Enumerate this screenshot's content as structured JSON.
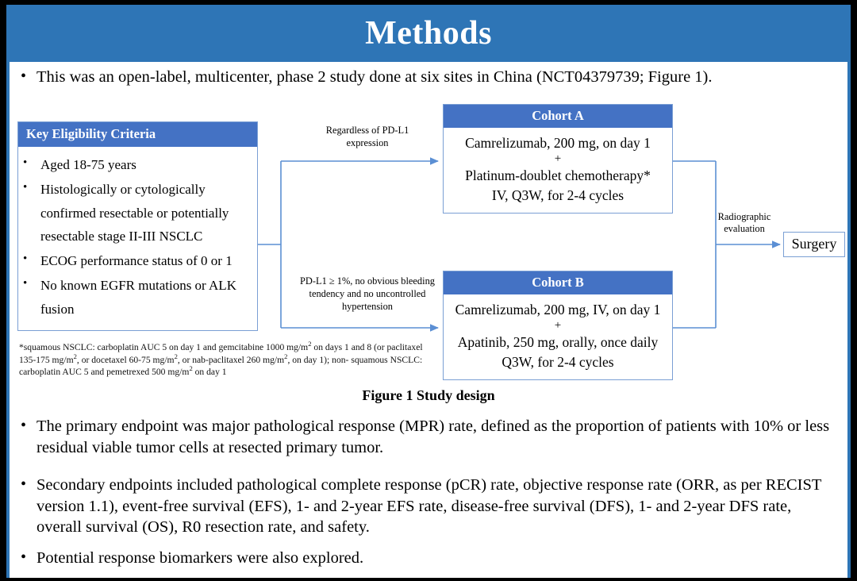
{
  "theme": {
    "banner_blue": "#2E75B6",
    "box_header_blue": "#4472C4",
    "connector_blue": "#5B8FD4",
    "frame_black": "#000000",
    "canvas_white": "#FFFFFF"
  },
  "header": {
    "title": "Methods"
  },
  "lead_bullet": {
    "marker": "•",
    "text": "This was an open-label, multicenter, phase 2 study done at six sites in China (NCT04379739; Figure 1)."
  },
  "figure": {
    "caption": "Figure 1 Study design",
    "eligibility": {
      "header": "Key  Eligibility Criteria",
      "marker": "•",
      "items": [
        "Aged 18-75 years",
        "Histologically or cytologically confirmed resectable or potentially resectable stage II-III  NSCLC",
        "ECOG performance status of 0 or 1",
        "No known EGFR mutations or ALK fusion"
      ]
    },
    "footnote": {
      "line1_a": "*squamous NSCLC: carboplatin AUC 5 on day 1 and gemcitabine 1000 mg/m",
      "line1_sup": "2",
      "line1_b": " on days 1 and 8 (or",
      "line2_a": "paclitaxel 135-175  mg/m",
      "line2_sup1": "2",
      "line2_b": ", or docetaxel 60-75 mg/m",
      "line2_sup2": "2",
      "line2_c": ", or nab-paclitaxel 260 mg/m",
      "line2_sup3": "2",
      "line2_d": ", on day 1); non-",
      "line3_a": "squamous NSCLC: carboplatin AUC 5 and pemetrexed 500 mg/m",
      "line3_sup": "2",
      "line3_b": " on day 1"
    },
    "connector_labels": {
      "top_fork": "Regardless  of PD-L1 expression",
      "bottom_fork": "PD-L1 ≥ 1%, no obvious bleeding tendency and no uncontrolled  hypertension",
      "radiographic": "Radiographic evaluation"
    },
    "cohort_a": {
      "header": "Cohort A",
      "line1": "Camrelizumab, 200 mg, on day 1",
      "plus": "+",
      "line2": "Platinum-doublet chemotherapy*",
      "line3": "IV, Q3W, for 2-4 cycles"
    },
    "cohort_b": {
      "header": "Cohort B",
      "line1": "Camrelizumab, 200 mg, IV, on day 1",
      "plus": "+",
      "line2": "Apatinib, 250 mg, orally, once daily",
      "line3": "Q3W, for 2-4 cycles"
    },
    "surgery": {
      "label": "Surgery"
    }
  },
  "bottom_bullets": {
    "marker": "•",
    "items": [
      "The primary endpoint was major pathological response (MPR) rate, defined as the proportion of patients with 10% or less residual viable tumor cells at resected primary tumor.",
      "Secondary endpoints included pathological complete response (pCR) rate, objective response rate (ORR, as per RECIST version 1.1), event-free survival (EFS), 1- and 2-year EFS rate, disease-free survival (DFS), 1- and 2-year DFS rate, overall survival (OS), R0 resection rate, and safety.",
      "Potential response biomarkers were also explored."
    ]
  }
}
